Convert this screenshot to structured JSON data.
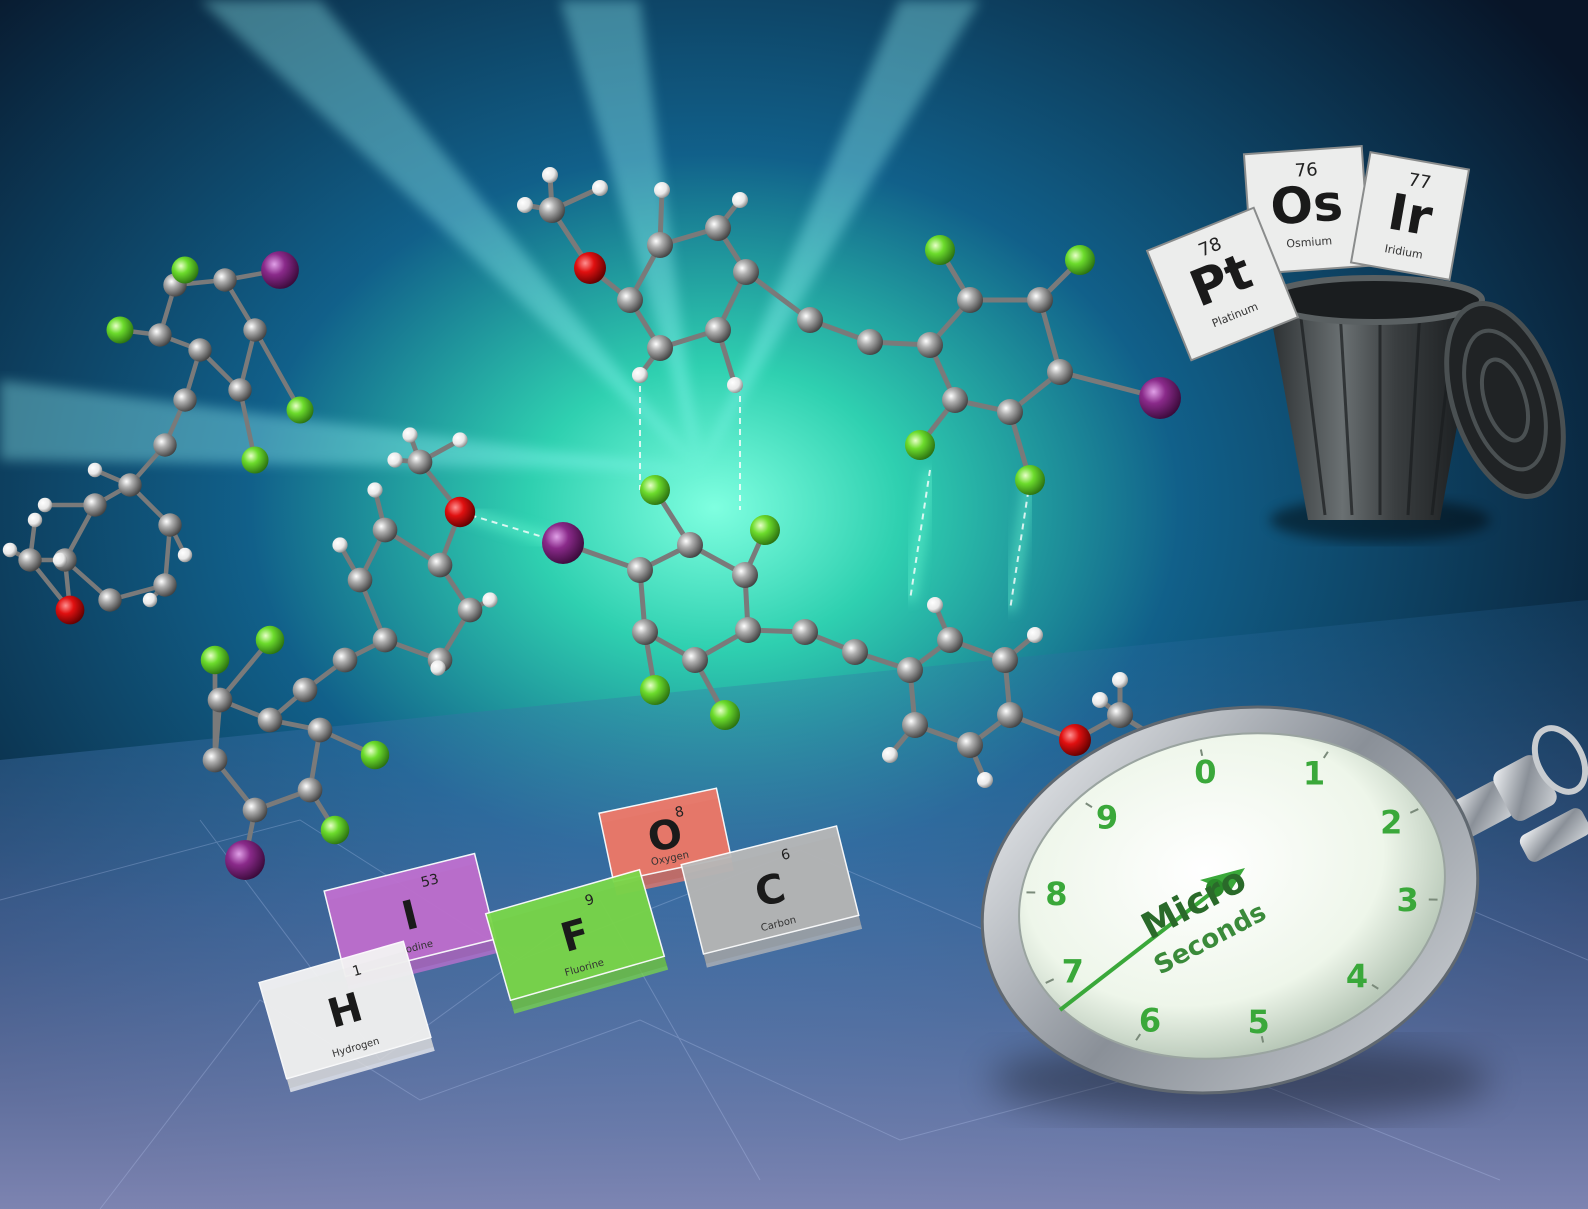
{
  "colors": {
    "carbon": "#9a9a9a",
    "hydrogen": "#f2f2f2",
    "oxygen": "#d01818",
    "fluorine": "#6fdc3a",
    "iodine": "#8a2a8a",
    "glow": "#6fffd8"
  },
  "heavy_tiles": [
    {
      "number": "76",
      "symbol": "Os",
      "name": "Osmium"
    },
    {
      "number": "77",
      "symbol": "Ir",
      "name": "Iridium"
    },
    {
      "number": "78",
      "symbol": "Pt",
      "name": "Platinum"
    }
  ],
  "floor_tiles": [
    {
      "number": "8",
      "symbol": "O",
      "name": "Oxygen",
      "color": "#f07a6a"
    },
    {
      "number": "53",
      "symbol": "I",
      "name": "Iodine",
      "color": "#c070d0"
    },
    {
      "number": "9",
      "symbol": "F",
      "name": "Fluorine",
      "color": "#7ad84a"
    },
    {
      "number": "6",
      "symbol": "C",
      "name": "Carbon",
      "color": "#b8b8b8"
    },
    {
      "number": "1",
      "symbol": "H",
      "name": "Hydrogen",
      "color": "#f4f4f4"
    }
  ],
  "stopwatch": {
    "dial_numbers": [
      "0",
      "1",
      "2",
      "3",
      "4",
      "5",
      "6",
      "7",
      "8",
      "9"
    ],
    "label_line1": "Micro",
    "label_line2": "Seconds"
  }
}
